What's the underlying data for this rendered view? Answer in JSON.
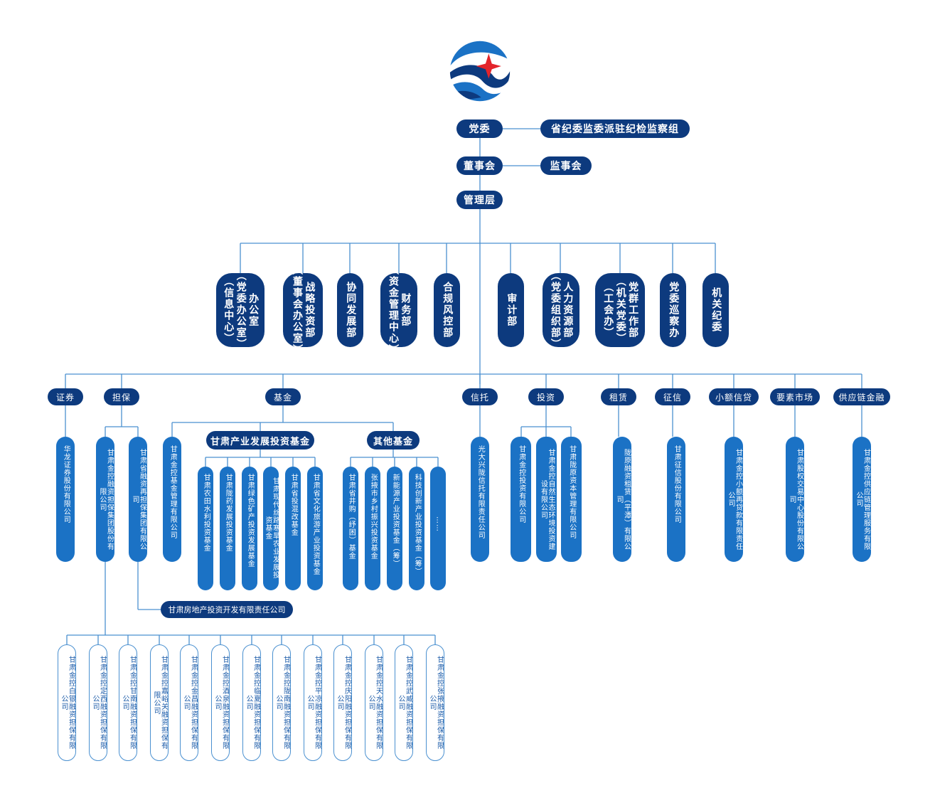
{
  "top": {
    "party_committee": "党委",
    "discipline_group": "省纪委监委派驻纪检监察组",
    "board": "董事会",
    "supervisors": "监事会",
    "management": "管理层"
  },
  "departments": [
    {
      "lines": [
        "办公室",
        "（党委办公室）",
        "（信息中心）"
      ]
    },
    {
      "lines": [
        "战略投资部",
        "（董事会办公室）"
      ]
    },
    {
      "lines": [
        "协同发展部"
      ]
    },
    {
      "lines": [
        "财务部",
        "（资金管理中心）"
      ]
    },
    {
      "lines": [
        "合规风控部"
      ]
    },
    {
      "lines": [
        "审计部"
      ]
    },
    {
      "lines": [
        "人力资源部",
        "（党委组织部）"
      ]
    },
    {
      "lines": [
        "党群工作部",
        "（机关党委）",
        "（工会办）"
      ]
    },
    {
      "lines": [
        "党委巡察办"
      ]
    },
    {
      "lines": [
        "机关纪委"
      ]
    }
  ],
  "sectors": [
    "证券",
    "担保",
    "基金",
    "信托",
    "投资",
    "租赁",
    "征信",
    "小额信贷",
    "要素市场",
    "供应链金融"
  ],
  "fund_groups": {
    "industry": "甘肃产业发展投资基金",
    "other": "其他基金"
  },
  "companies": {
    "securities": "华龙证券股份有限公司",
    "guarantee_group": "甘肃金控融资担保集团股份有限公司",
    "reguarantee_group": "甘肃省融资再担保集团有限公司",
    "fund_management": "甘肃金控基金管理有限公司",
    "trust": "光大兴陇信托有限责任公司",
    "leasing": "陇原融资租赁（平潭）有限公司",
    "credit": "甘肃征信股份有限公司",
    "microloan": "甘肃金控小额再贷款有限责任公司",
    "exchange": "甘肃股权交易中心股份有限公司",
    "supply_chain": "甘肃金控供应链管理服务有限公司",
    "real_estate": "甘肃房地产投资开发有限责任公司"
  },
  "industry_funds": [
    "甘肃农田水利投资基金",
    "甘肃陇药发展投资基金",
    "甘肃绿色矿产投资发展基金",
    "甘肃现代丝路寒旱农业发展投资基金",
    "甘肃省投混改基金",
    "甘肃省文化旅游产业投资基金"
  ],
  "other_funds": [
    "甘肃省井购（纾困）基金",
    "张掖市乡村振兴投资基金",
    "新能源产业投资基金（筹）",
    "科技创新产业投资基金（筹）",
    "……"
  ],
  "investment_companies": [
    "甘肃金控投资有限公司",
    "甘肃金控自然生态环境投资建设有限公司",
    "甘肃陇原资本管理有限公司"
  ],
  "guarantee_subsidiaries": [
    "甘肃金控白银融资担保有限公司",
    "甘肃金控定西融资担保有限公司",
    "甘肃金控甘南融资担保有限公司",
    "甘肃金控嘉峪关融资担保有限公司",
    "甘肃金控金昌融资担保有限公司",
    "甘肃金控酒泉融资担保有限公司",
    "甘肃金控临夏融资担保有限公司",
    "甘肃金控陇南融资担保有限公司",
    "甘肃金控平凉融资担保有限公司",
    "甘肃金控庆阳融资担保有限公司",
    "甘肃金控天水融资担保有限公司",
    "甘肃金控武威融资担保有限公司",
    "甘肃金控张掖融资担保有限公司"
  ],
  "colors": {
    "navy": "#0d3a7e",
    "blue": "#1b72c5",
    "line": "#4a90d0",
    "logo_red": "#e3242b"
  },
  "logo_icon": "wave-logo-icon"
}
